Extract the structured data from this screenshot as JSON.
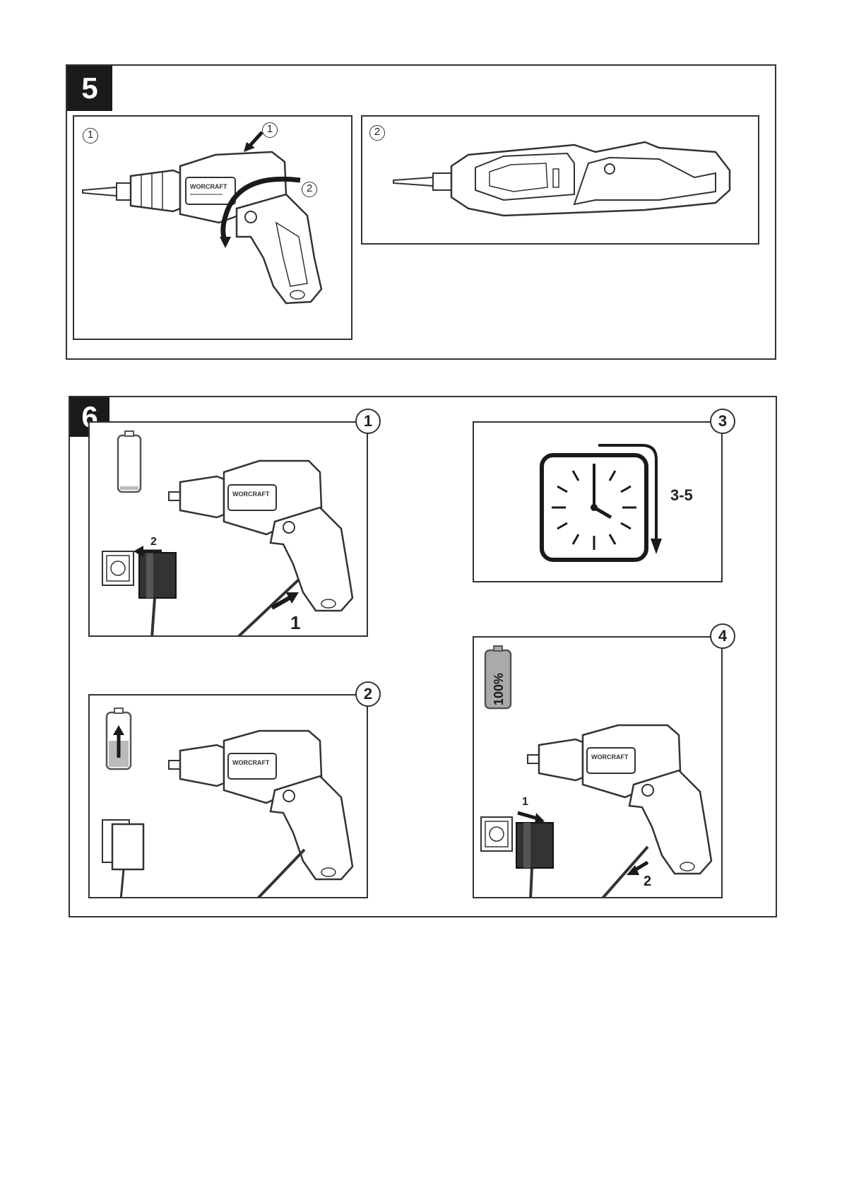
{
  "figure5": {
    "number": "5",
    "panel1": {
      "marker": "1",
      "callout1": "1",
      "callout2": "2",
      "brand": "WORCRAFT"
    },
    "panel2": {
      "marker": "2"
    }
  },
  "figure6": {
    "number": "6",
    "panel1": {
      "marker": "1",
      "brand": "WORCRAFT",
      "arrow1_label": "1",
      "arrow2_label": "2"
    },
    "panel2": {
      "marker": "2",
      "brand": "WORCRAFT"
    },
    "panel3": {
      "marker": "3",
      "duration": "3-5"
    },
    "panel4": {
      "marker": "4",
      "brand": "WORCRAFT",
      "battery_text": "100%",
      "arrow1_label": "1",
      "arrow2_label": "2"
    }
  }
}
